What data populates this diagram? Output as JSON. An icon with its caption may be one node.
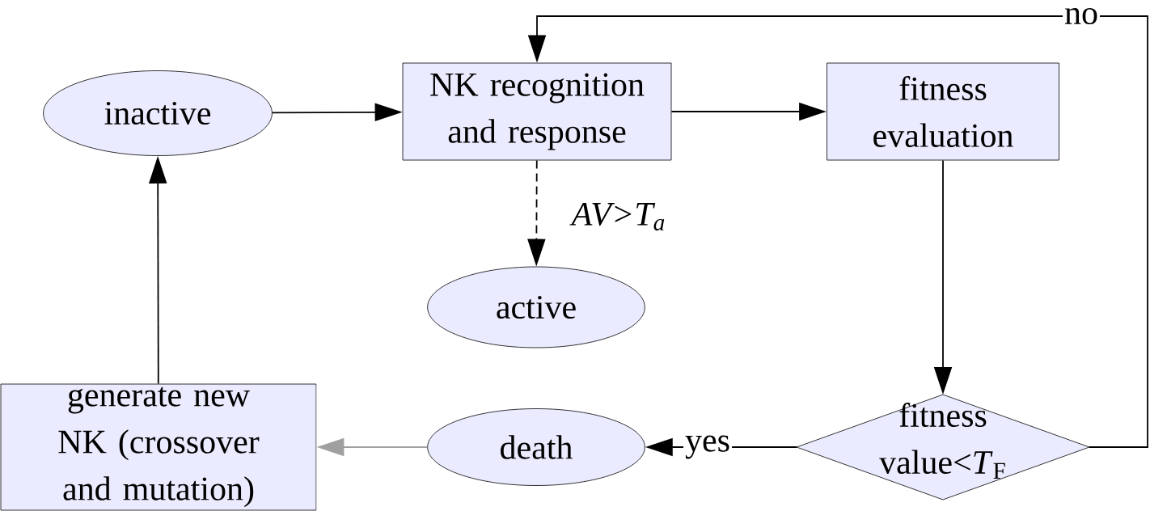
{
  "diagram": {
    "nodes": [
      {
        "text": [
          "inactive"
        ]
      },
      {
        "text": [
          "NK recognition and response"
        ]
      },
      {
        "text": [
          "fitness evaluation"
        ]
      },
      {
        "text": [
          "active"
        ]
      },
      {
        "text": [
          "generate new NK (crossover and mutation)"
        ]
      },
      {
        "text": [
          "death"
        ]
      },
      {
        "text": [
          "fitness value<*T*$_{F}$"
        ]
      }
    ],
    "edges": [
      {
        "from": 0,
        "to": 1,
        "arrow": "to"
      },
      {
        "from": 1,
        "to": 2,
        "arrow": "to"
      },
      {
        "from": 1,
        "to": 3,
        "arrow": "to",
        "style": "dashed",
        "label": "AV>T$_{a}$"
      },
      {
        "from": 2,
        "to": 6,
        "arrow": "to"
      },
      {
        "from": 6,
        "to": 5,
        "arrow": "to",
        "label": "yes"
      },
      {
        "from": 5,
        "to": 4,
        "arrow": "to",
        "color": "#a0a0a0"
      },
      {
        "from": 4,
        "to": 0,
        "arrow": "to"
      },
      {
        "from": 6,
        "to": 1,
        "arrow": "to",
        "label": "no"
      }
    ]
  }
}
